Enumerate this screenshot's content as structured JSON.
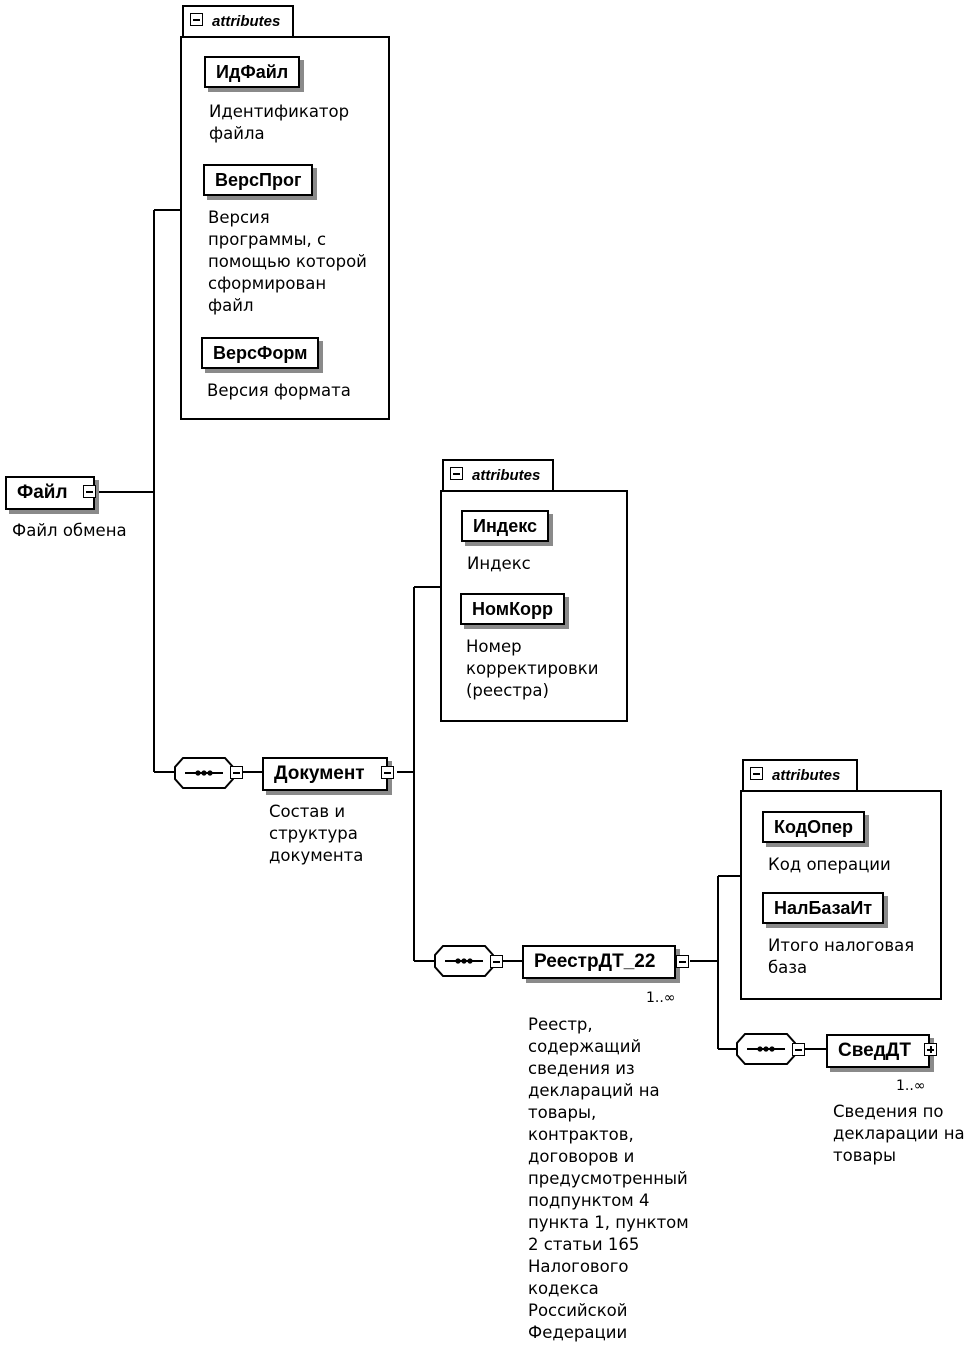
{
  "root": {
    "name": "Файл",
    "description": "Файл обмена",
    "attributes": {
      "header": "attributes",
      "items": [
        {
          "name": "ИдФайл",
          "description": "Идентификатор\nфайла"
        },
        {
          "name": "ВерсПрог",
          "description": "Версия\nпрограммы, с\nпомощью которой\nсформирован\nфайл"
        },
        {
          "name": "ВерсФорм",
          "description": "Версия формата"
        }
      ]
    }
  },
  "document": {
    "name": "Документ",
    "description": "Состав и\nструктура\nдокумента",
    "attributes": {
      "header": "attributes",
      "items": [
        {
          "name": "Индекс",
          "description": "Индекс"
        },
        {
          "name": "НомКорр",
          "description": "Номер\nкорректировки\n(реестра)"
        }
      ]
    }
  },
  "registry": {
    "name": "РеестрДТ_22",
    "cardinality": "1..∞",
    "description": "Реестр,\nсодержащий\nсведения из\nдеклараций на\nтовары,\nконтрактов,\nдоговоров и\nпредусмотренный\nподпунктом 4\nпункта 1, пунктом\n2 статьи 165\nНалогового\nкодекса\nРоссийской\nФедерации",
    "attributes": {
      "header": "attributes",
      "items": [
        {
          "name": "КодОпер",
          "description": "Код операции"
        },
        {
          "name": "НалБазаИт",
          "description": "Итого налоговая\nбаза"
        }
      ]
    }
  },
  "sved": {
    "name": "СведДТ",
    "cardinality": "1..∞",
    "description": "Сведения по\nдекларации на\nтовары"
  }
}
